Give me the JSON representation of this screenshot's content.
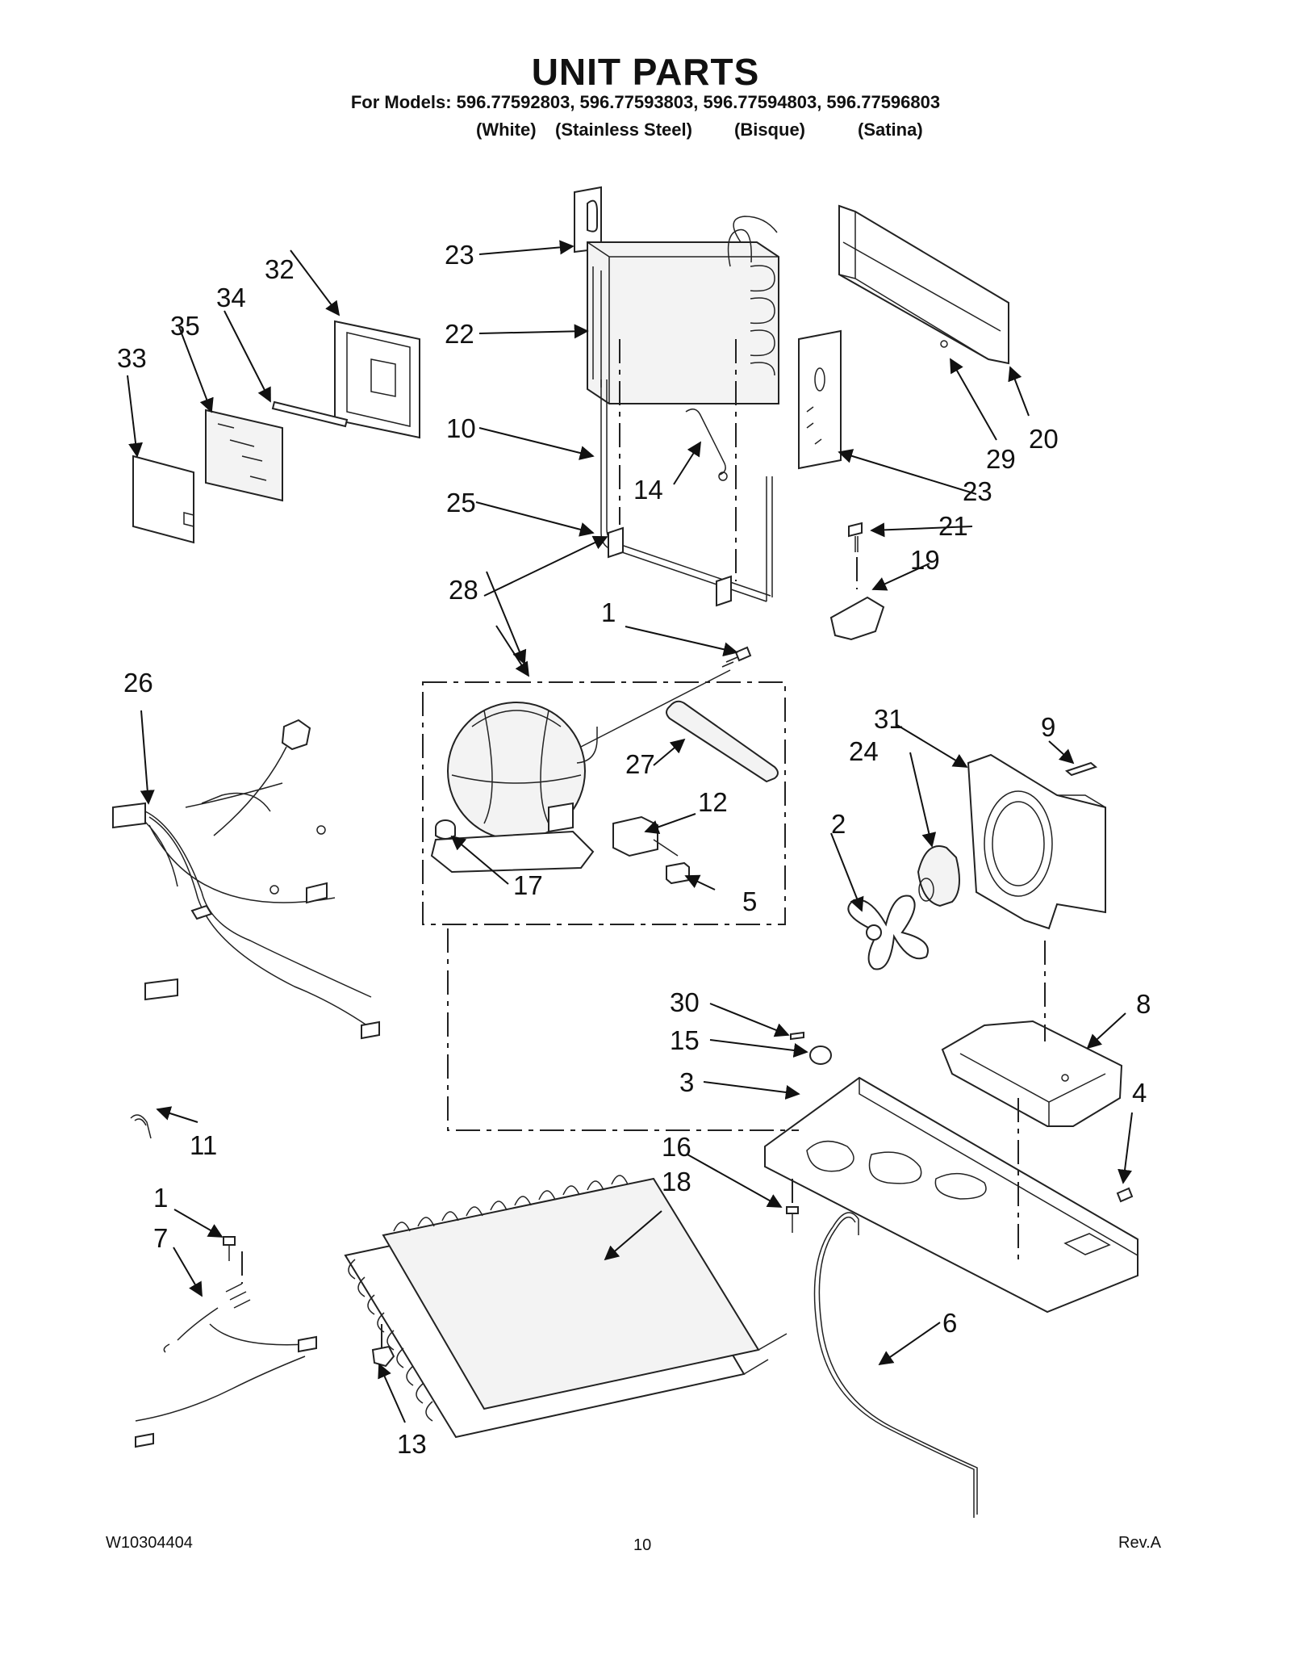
{
  "header": {
    "title": "UNIT PARTS",
    "models_line": "For Models: 596.77592803, 596.77593803, 596.77594803, 596.77596803",
    "variants": [
      "(White)",
      "(Stainless Steel)",
      "(Bisque)",
      "(Satina)"
    ]
  },
  "callouts": {
    "p1a": "1",
    "p1b": "1",
    "p2": "2",
    "p3": "3",
    "p4": "4",
    "p5": "5",
    "p6": "6",
    "p7": "7",
    "p8": "8",
    "p9": "9",
    "p10": "10",
    "p11": "11",
    "p12": "12",
    "p13": "13",
    "p14": "14",
    "p15": "15",
    "p16": "16",
    "p17": "17",
    "p18": "18",
    "p19": "19",
    "p20": "20",
    "p21": "21",
    "p22": "22",
    "p23a": "23",
    "p23b": "23",
    "p24": "24",
    "p25": "25",
    "p26": "26",
    "p27": "27",
    "p28": "28",
    "p29": "29",
    "p30": "30",
    "p31": "31",
    "p32": "32",
    "p33": "33",
    "p34": "34",
    "p35": "35"
  },
  "footer": {
    "doc_number": "W10304404",
    "page_number": "10",
    "revision": "Rev.A"
  }
}
